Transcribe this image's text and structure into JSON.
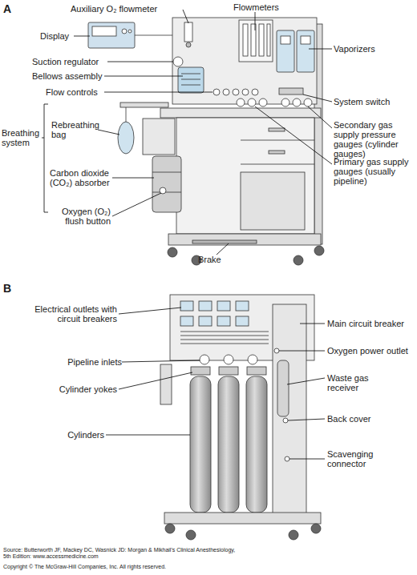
{
  "diagram": {
    "labels": [
      "A",
      "Auxiliary O₂ flowmeter",
      "Flowmeters",
      "Display",
      "Vaporizers",
      "Suction regulator",
      "Bellows assembly",
      "Flow controls",
      "System switch",
      "Breathing system",
      "Rebreathing bag",
      "Secondary gas supply pressure gauges (cylinder gauges)",
      "Carbon dioxide (CO₂) absorber",
      "Primary gas supply gauges (usually pipeline)",
      "Oxygen (O₂) flush button",
      "Brake",
      "B",
      "Electrical outlets with circuit breakers",
      "Main circuit breaker",
      "Oxygen power outlet",
      "Pipeline inlets",
      "Waste gas receiver",
      "Cylinder yokes",
      "Back cover",
      "Cylinders",
      "Scavenging connector",
      "Source: Butterworth JF, Mackey DC, Wasnick JD: Morgan & Mikhail's Clinical Anesthesiology, 5th Edition: www.accessmedicine.com",
      "Copyright © The McGraw-Hill Companies, Inc. All rights reserved."
    ]
  }
}
